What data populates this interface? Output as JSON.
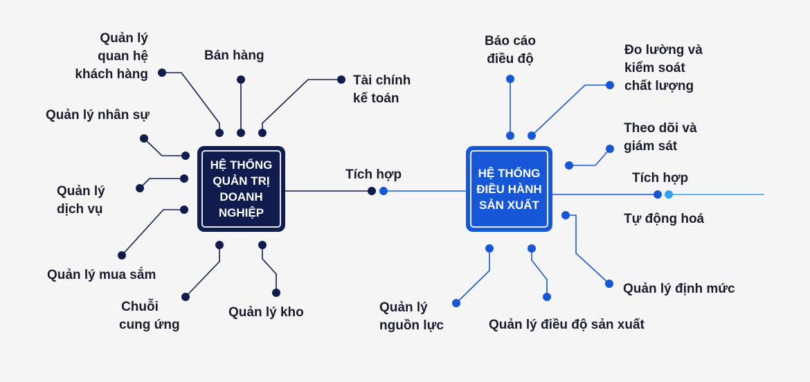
{
  "colors": {
    "background": "#f5f5f6",
    "erp_dark": "#0f1c4d",
    "mes_blue": "#1657d8",
    "link_light": "#30a2f0",
    "text": "#1b1b2e"
  },
  "erp": {
    "title": [
      "HỆ THỐNG",
      "QUẢN TRỊ",
      "DOANH",
      "NGHIỆP"
    ],
    "modules": {
      "crm": [
        "Quản lý",
        "quan hệ",
        "khách hàng"
      ],
      "sales": "Bán hàng",
      "finance": [
        "Tài chính",
        "kế toán"
      ],
      "hr": "Quản lý nhân sự",
      "service": [
        "Quản lý",
        "dịch vụ"
      ],
      "purchasing": "Quản lý mua sắm",
      "supply_chain": [
        "Chuỗi",
        "cung ứng"
      ],
      "warehouse": "Quản lý kho"
    }
  },
  "integration_label": "Tích hợp",
  "mes": {
    "title": [
      "HỆ THỐNG",
      "ĐIỀU HÀNH",
      "SẢN XUẤT"
    ],
    "modules": {
      "dispatch_report": [
        "Báo cáo",
        "điều độ"
      ],
      "quality": [
        "Đo lường và",
        "kiểm soát",
        "chất lượng"
      ],
      "monitoring": [
        "Theo dõi và",
        "giám sát"
      ],
      "integration": "Tích hợp",
      "automation": "Tự động hoá",
      "norms": "Quản lý định mức",
      "resources": [
        "Quản lý",
        "nguồn lực"
      ],
      "scheduling": "Quản lý điều độ sản xuất"
    }
  }
}
